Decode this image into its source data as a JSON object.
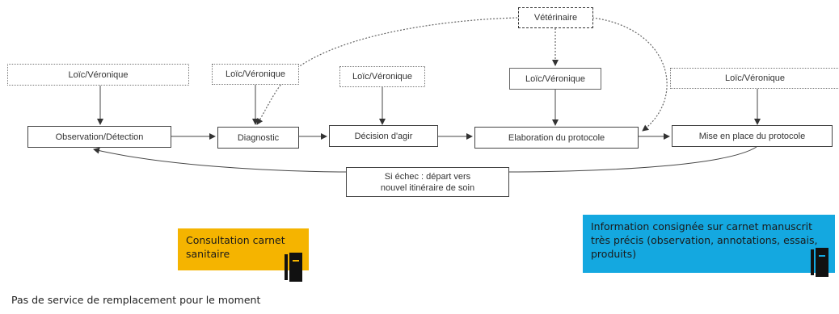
{
  "actors": {
    "veterinaire": "Vétérinaire",
    "actor_observation": "Loïc/Véronique",
    "actor_diagnostic": "Loïc/Véronique",
    "actor_decision": "Loïc/Véronique",
    "actor_elaboration": "Loïc/Véronique",
    "actor_mise_en_place": "Loïc/Véronique"
  },
  "steps": {
    "observation": "Observation/Détection",
    "diagnostic": "Diagnostic",
    "decision": "Décision d'agir",
    "elaboration": "Elaboration  du protocole",
    "mise_en_place": "Mise en place du protocole"
  },
  "failure_note": "Si échec : départ vers nouvel itinéraire de soin",
  "notes": {
    "consultation": "Consultation carnet sanitaire",
    "information": "Information consignée sur carnet manuscrit très précis (observation, annotations, essais, produits)"
  },
  "colors": {
    "consultation_bg": "#f5b400",
    "information_bg": "#14a8e0",
    "book_icon": "notebook-icon"
  },
  "footer": "Pas de service de remplacement  pour le moment"
}
